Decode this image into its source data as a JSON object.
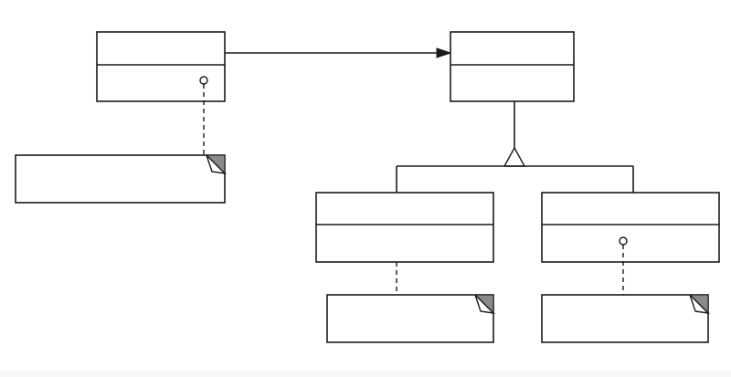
{
  "diagram": {
    "kind": "uml-class-diagram",
    "stroke_color": "#1a1a1a",
    "fold_shade_color": "#8a8a8a",
    "background_color": "#ffffff",
    "classes": [
      {
        "id": "context",
        "name": "",
        "compartments": 2
      },
      {
        "id": "abstract-class",
        "name": "",
        "compartments": 2
      },
      {
        "id": "concrete-class-a",
        "name": "",
        "compartments": 2
      },
      {
        "id": "concrete-class-b",
        "name": "",
        "compartments": 2
      }
    ],
    "notes": [
      {
        "id": "note-context",
        "text": "",
        "attached_to": "context"
      },
      {
        "id": "note-concrete-a",
        "text": "",
        "attached_to": "concrete-class-a"
      },
      {
        "id": "note-concrete-b",
        "text": "",
        "attached_to": "concrete-class-b"
      }
    ],
    "relations": [
      {
        "type": "association",
        "from": "context",
        "to": "abstract-class",
        "arrow": "filled"
      },
      {
        "type": "generalization",
        "from": [
          "concrete-class-a",
          "concrete-class-b"
        ],
        "to": "abstract-class",
        "arrow": "hollow-triangle"
      },
      {
        "type": "note-anchor",
        "from": "context",
        "to": "note-context",
        "marker": "circle"
      },
      {
        "type": "note-anchor",
        "from": "concrete-class-a",
        "to": "note-concrete-a",
        "marker": "none"
      },
      {
        "type": "note-anchor",
        "from": "concrete-class-b",
        "to": "note-concrete-b",
        "marker": "circle"
      }
    ]
  }
}
